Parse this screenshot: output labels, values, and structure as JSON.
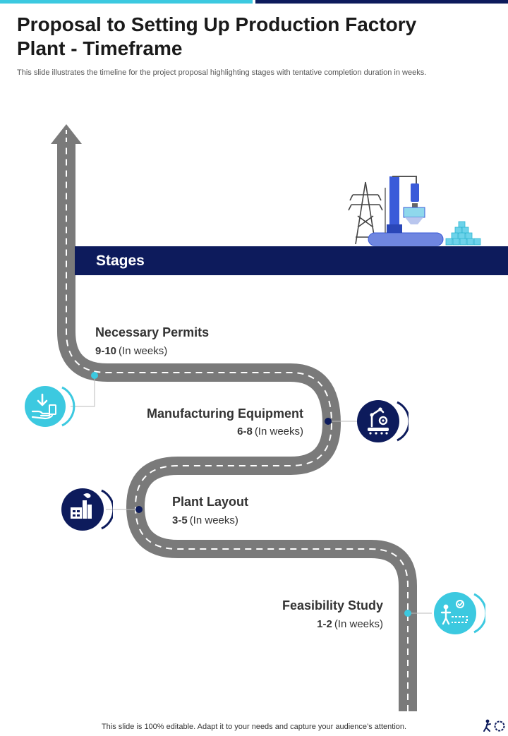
{
  "header": {
    "title": "Proposal to Setting Up Production Factory Plant - Timeframe",
    "subtitle": "This slide illustrates the timeline for the project proposal highlighting stages with tentative completion duration in weeks."
  },
  "section": {
    "label": "Stages"
  },
  "stages": [
    {
      "name": "Necessary Permits",
      "duration": "9-10",
      "unit": "(In  weeks)",
      "icon": "hand-download-icon"
    },
    {
      "name": "Manufacturing Equipment",
      "duration": "6-8",
      "unit": "(In  weeks)",
      "icon": "robot-arm-icon"
    },
    {
      "name": "Plant Layout",
      "duration": "3-5",
      "unit": "(In  weeks)",
      "icon": "factory-icon"
    },
    {
      "name": "Feasibility Study",
      "duration": "1-2",
      "unit": "(In  weeks)",
      "icon": "person-check-icon"
    }
  ],
  "footer": {
    "text": "This slide is 100% editable. Adapt it to your needs and capture your audience’s attention."
  },
  "colors": {
    "navy": "#0d1b5c",
    "cyan": "#3cc9e0",
    "road": "#7a7a7a",
    "blue": "#3a5bd9"
  }
}
